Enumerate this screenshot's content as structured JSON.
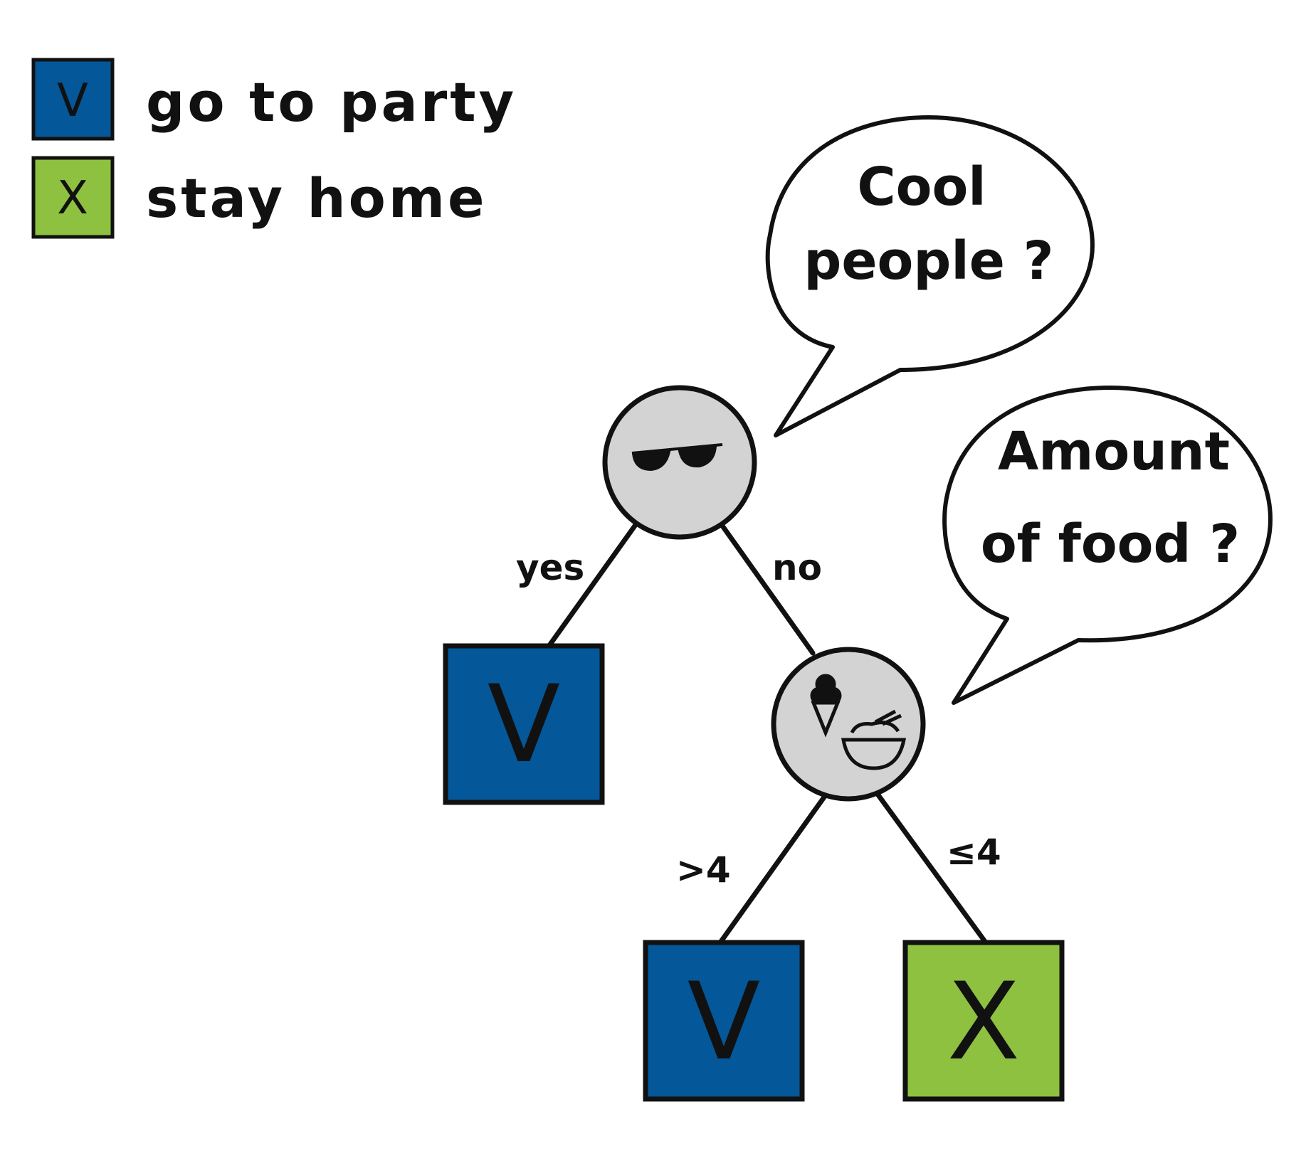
{
  "colors": {
    "go": "#045798",
    "stay": "#8dc13f",
    "node": "#d3d3d3",
    "ink": "#111111"
  },
  "marks": {
    "check": "V",
    "cross": "X"
  },
  "legend": [
    {
      "label": "go to party",
      "mark": "check",
      "color": "go"
    },
    {
      "label": "stay home",
      "mark": "cross",
      "color": "stay"
    }
  ],
  "nodes": {
    "root": {
      "icon": "sunglasses-icon",
      "question": [
        "Cool",
        "people ?"
      ]
    },
    "food": {
      "icon": "ice-cream-and-bowl-icon",
      "question": [
        "Amount",
        "of food ?"
      ]
    }
  },
  "edges": {
    "root_yes": "yes",
    "root_no": "no",
    "food_gt": ">4",
    "food_le": "≤4"
  },
  "leaves": {
    "yes": {
      "mark": "check",
      "outcome": "go"
    },
    "gt4": {
      "mark": "check",
      "outcome": "go"
    },
    "le4": {
      "mark": "cross",
      "outcome": "stay"
    }
  }
}
